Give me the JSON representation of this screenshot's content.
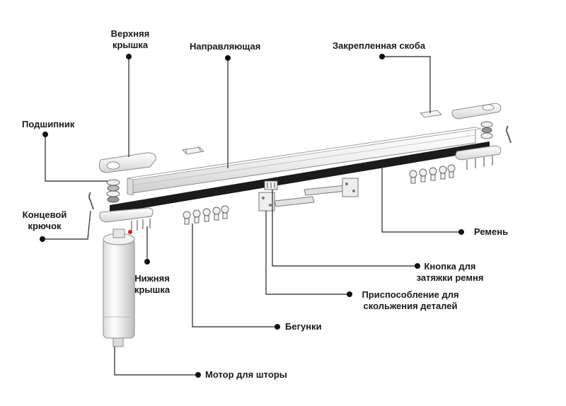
{
  "labels": {
    "top_cover": "Верхняя\nкрышка",
    "rail": "Направляющая",
    "fixed_bracket": "Закрепленная скоба",
    "bearing": "Подшипник",
    "end_hook": "Концевой\nкрючок",
    "belt": "Ремень",
    "bottom_cover": "Нижняя\nкрышка",
    "belt_tension_button": "Кнопка для\nзатяжки ремня",
    "sliding_fixture": "Приспособление для\nскольжения деталей",
    "runners": "Бегунки",
    "curtain_motor": "Мотор для шторы"
  },
  "colors": {
    "leader": "#222222",
    "dot": "#111111",
    "belt": "#1b1b1b",
    "part_fill": "#f4f4f4",
    "part_stroke": "#8a8a8a",
    "text": "#1a1a1a"
  }
}
